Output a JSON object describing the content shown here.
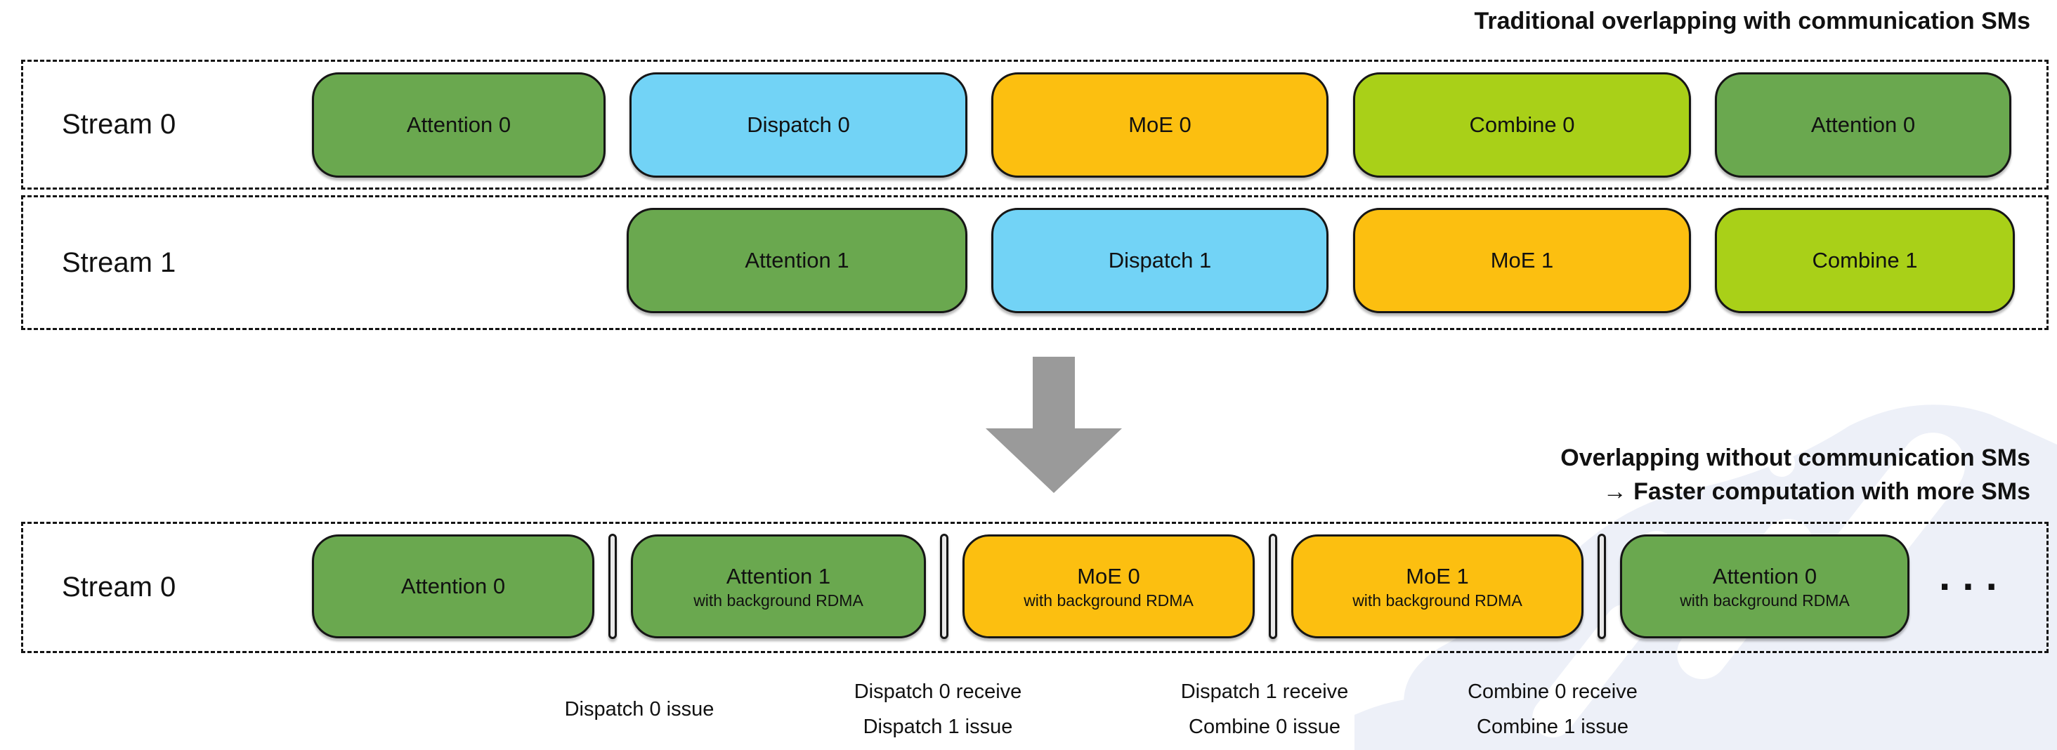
{
  "titles": {
    "traditional": "Traditional overlapping with communication SMs",
    "overlap_line1": "Overlapping without communication SMs",
    "overlap_line2": "→ Faster computation with more SMs"
  },
  "colors": {
    "green": "#6aa84f",
    "blue": "#72d3f6",
    "orange": "#fcbf10",
    "yellow_green": "#a9d018",
    "bar": "#e9e9e9",
    "arrow": "#9a9a9a",
    "watermark": "#edf0f8"
  },
  "rows": [
    {
      "label": "Stream 0",
      "blocks": [
        {
          "type": "block",
          "label": "Attention 0",
          "color": "green"
        },
        {
          "type": "block",
          "label": "Dispatch 0",
          "color": "blue"
        },
        {
          "type": "block",
          "label": "MoE 0",
          "color": "orange"
        },
        {
          "type": "block",
          "label": "Combine 0",
          "color": "yellow_green"
        },
        {
          "type": "block",
          "label": "Attention 0",
          "color": "green"
        }
      ]
    },
    {
      "label": "Stream 1",
      "blocks": [
        {
          "type": "block",
          "label": "Attention 1",
          "color": "green"
        },
        {
          "type": "block",
          "label": "Dispatch 1",
          "color": "blue"
        },
        {
          "type": "block",
          "label": "MoE 1",
          "color": "orange"
        },
        {
          "type": "block",
          "label": "Combine 1",
          "color": "yellow_green"
        }
      ]
    },
    {
      "label": "Stream 0",
      "blocks": [
        {
          "type": "block",
          "label": "Attention 0",
          "color": "green"
        },
        {
          "type": "bar"
        },
        {
          "type": "block",
          "label": "Attention 1",
          "sublabel": "with background RDMA",
          "color": "green"
        },
        {
          "type": "bar"
        },
        {
          "type": "block",
          "label": "MoE 0",
          "sublabel": "with background RDMA",
          "color": "orange"
        },
        {
          "type": "bar"
        },
        {
          "type": "block",
          "label": "MoE 1",
          "sublabel": "with background RDMA",
          "color": "orange"
        },
        {
          "type": "bar"
        },
        {
          "type": "block",
          "label": "Attention 0",
          "sublabel": "with background RDMA",
          "color": "green"
        },
        {
          "type": "ellipsis",
          "label": "···"
        }
      ]
    }
  ],
  "annotations": [
    {
      "lines": [
        "Dispatch 0 issue"
      ]
    },
    {
      "lines": [
        "Dispatch 0 receive",
        "Dispatch 1 issue"
      ]
    },
    {
      "lines": [
        "Dispatch 1 receive",
        "Combine 0 issue"
      ]
    },
    {
      "lines": [
        "Combine 0 receive",
        "Combine 1 issue"
      ]
    }
  ]
}
